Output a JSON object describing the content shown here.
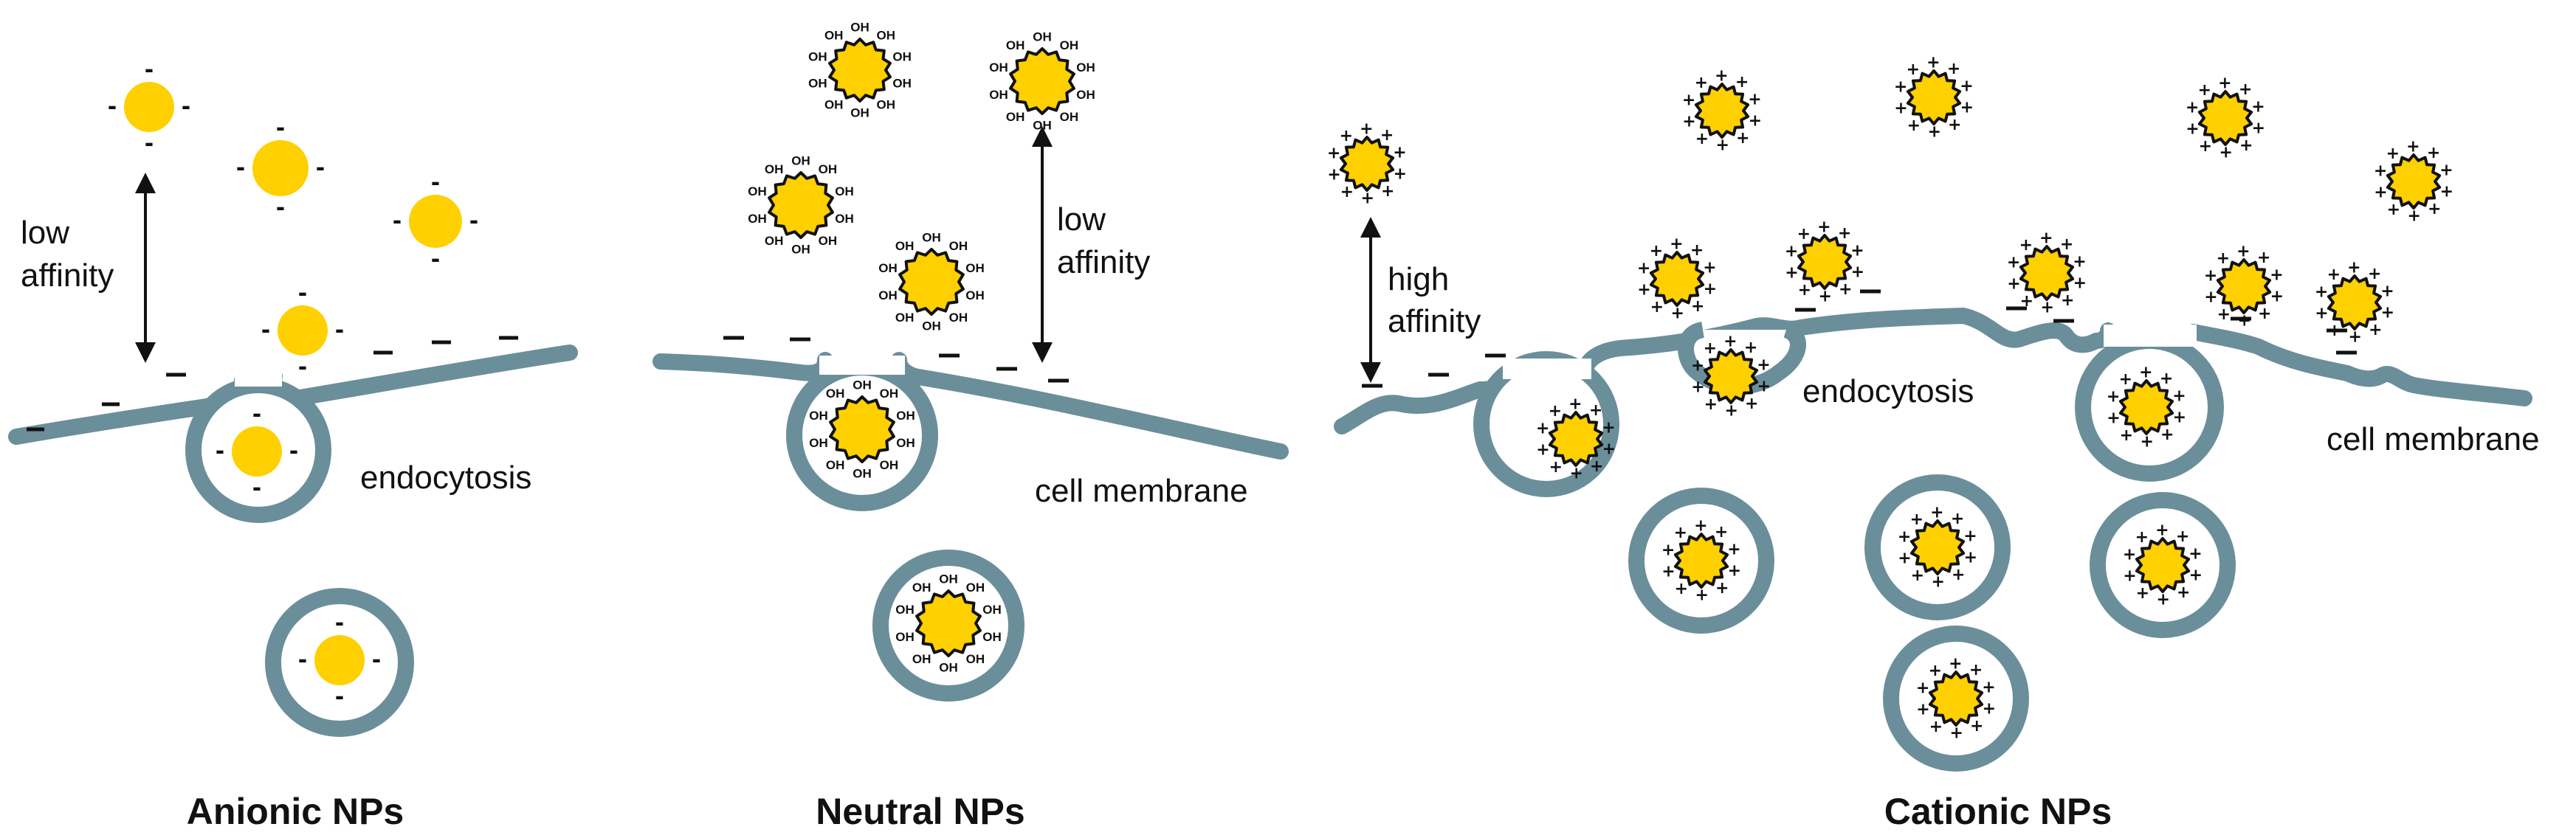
{
  "panels": {
    "anionic": {
      "caption": "Anionic NPs",
      "affinity": [
        "low",
        "affinity"
      ],
      "process": "endocytosis",
      "particle_charge": "-"
    },
    "neutral": {
      "caption": "Neutral NPs",
      "affinity": [
        "low",
        "affinity"
      ],
      "membrane": "cell membrane",
      "surface_group": "OH"
    },
    "cationic": {
      "caption": "Cationic NPs",
      "affinity": [
        "high",
        "affinity"
      ],
      "process": "endocytosis",
      "membrane": "cell membrane",
      "particle_charge": "+"
    }
  },
  "colors": {
    "nanoparticle": "#ffd000",
    "membrane": "#6b8e9b",
    "ink": "#111111"
  }
}
